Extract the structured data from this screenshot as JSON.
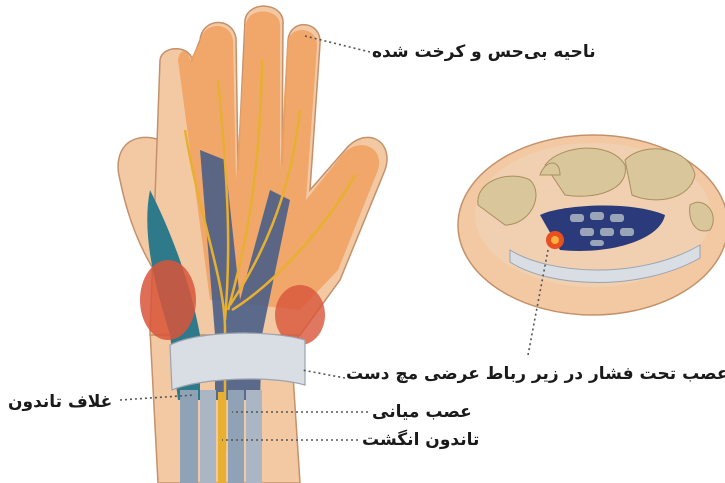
{
  "labels": {
    "numb_area": "ناحیه بی‌حس و کرخت شده",
    "compressed_nerve": "عصب تحت فشار در زیر رباط عرضی مچ دست",
    "median_nerve": "عصب میانی",
    "tendon_sheath": "غلاف تاندون",
    "finger_tendon": "تاندون انگشت"
  },
  "colors": {
    "skin": "#f3c9a3",
    "skin_shade": "#e8a878",
    "palm_inner": "#f0a060",
    "tendon_sheath": "#2e7a8a",
    "nerve": "#e8b030",
    "ligament": "#d9dde4",
    "muscle": "#d8553a",
    "bone": "#d9c69a",
    "tendon_blue": "#2a3a7a"
  }
}
